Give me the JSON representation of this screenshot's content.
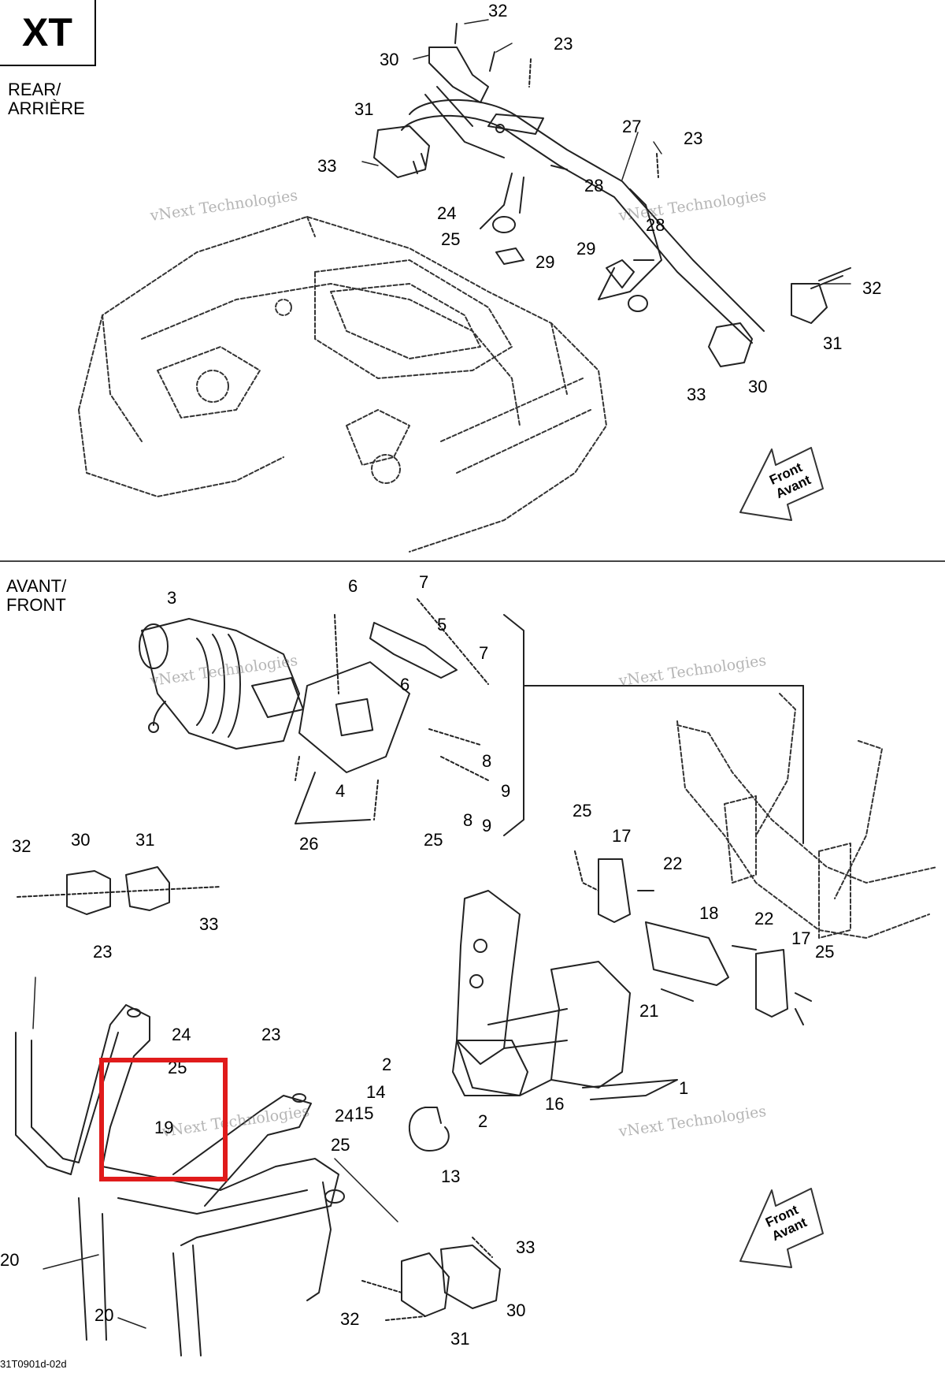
{
  "model_badge": "XT",
  "sections": {
    "rear": "REAR/\nARRIÈRE",
    "front": "AVANT/\nFRONT"
  },
  "front_arrow_text": "Front\nAvant",
  "watermark": "vNext Technologies",
  "figure_code": "31T0901d-02d",
  "callouts": {
    "top": [
      "32",
      "30",
      "23",
      "31",
      "27",
      "23",
      "33",
      "28",
      "24",
      "25",
      "29",
      "28",
      "29",
      "32",
      "31",
      "33",
      "30"
    ],
    "mid": [
      "3",
      "6",
      "7",
      "5",
      "7",
      "6",
      "8",
      "9",
      "4",
      "8",
      "9",
      "26",
      "25"
    ],
    "bottom_left": [
      "32",
      "30",
      "31",
      "33",
      "23",
      "24",
      "25",
      "19",
      "23",
      "24",
      "25",
      "20",
      "20"
    ],
    "bottom_right": [
      "25",
      "17",
      "22",
      "18",
      "22",
      "17",
      "25",
      "21",
      "2",
      "14",
      "15",
      "2",
      "16",
      "1",
      "13",
      "33",
      "32",
      "30",
      "31"
    ]
  },
  "highlight_label": "red-box-around-19"
}
